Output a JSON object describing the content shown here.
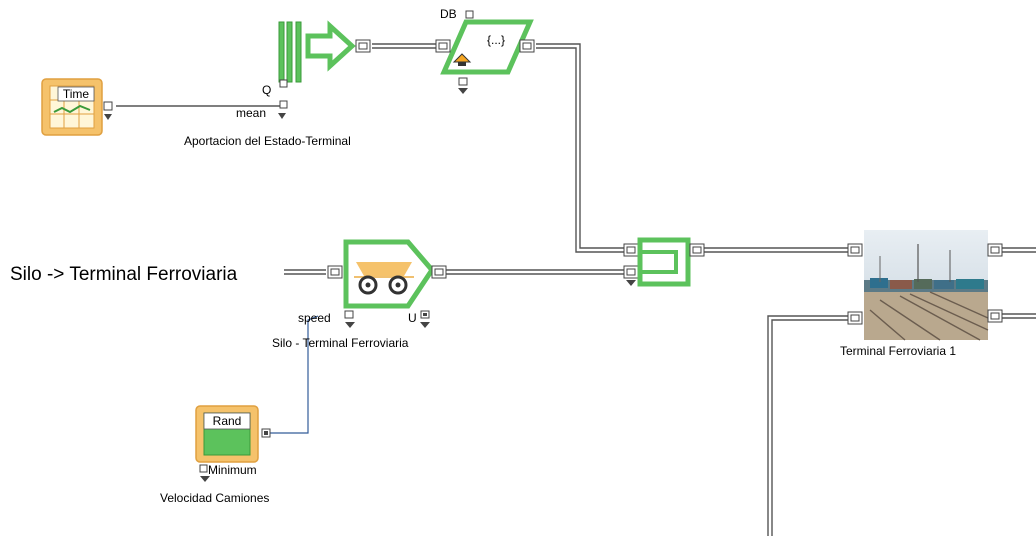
{
  "colors": {
    "green": "#5cc25c",
    "green_dark": "#3a9a3a",
    "orange": "#f5c26b",
    "orange_dark": "#e0a040",
    "wire": "#555555",
    "port": "#444444"
  },
  "time_block": {
    "title": "Time",
    "icon": "time-grid-icon"
  },
  "aportacion": {
    "label": "Aportacion del Estado-Terminal",
    "port_q": "Q",
    "port_mean": "mean"
  },
  "db_block": {
    "port_db": "DB",
    "text": "{...}",
    "icon": "create-entity-icon"
  },
  "source_label": "Silo -> Terminal Ferroviaria",
  "truck_block": {
    "label": "Silo - Terminal Ferroviaria",
    "port_speed": "speed",
    "port_u": "U",
    "icon": "truck-icon"
  },
  "merge_block": {
    "icon": "merge-icon"
  },
  "terminal": {
    "label": "Terminal Ferroviaria 1",
    "icon": "rail-yard-photo"
  },
  "rand_block": {
    "title": "Rand",
    "port_min": "Minimum",
    "label": "Velocidad Camiones"
  }
}
